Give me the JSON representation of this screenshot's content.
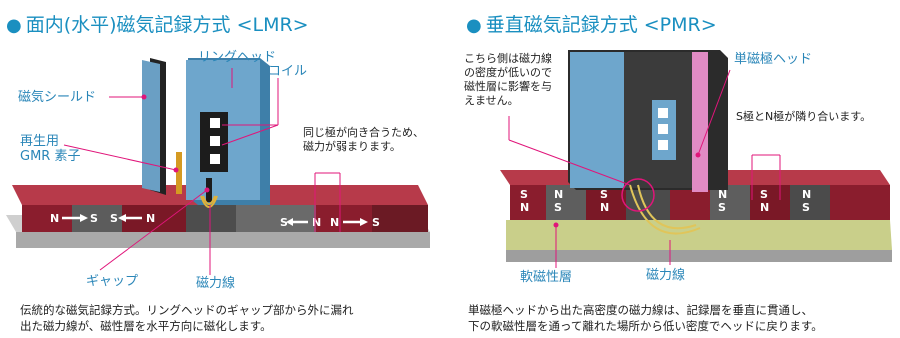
{
  "left": {
    "title": "面内(水平)磁気記録方式 <LMR>",
    "labels": {
      "ring_head": "リングヘッド",
      "coil": "コイル",
      "shield": "磁気シールド",
      "gmr_1": "再生用",
      "gmr_2": "GMR 素子",
      "gap": "ギャップ",
      "flux": "磁力線"
    },
    "note": [
      "同じ極が向き合うため、",
      "磁力が弱まります。"
    ],
    "magnets": [
      "N",
      "S",
      "S",
      "N",
      "S",
      "N",
      "N",
      "S"
    ],
    "caption": [
      "伝統的な磁気記録方式。リングヘッドのギャップ部から外に漏れ",
      "出た磁力線が、磁性層を水平方向に磁化します。"
    ]
  },
  "right": {
    "title": "垂直磁気記録方式 <PMR>",
    "labels": {
      "head": "単磁極ヘッド",
      "soft": "軟磁性層",
      "flux": "磁力線"
    },
    "note_left": [
      "こちら側は磁力線",
      "の密度が低いので",
      "磁性層に影響を与",
      "えません。"
    ],
    "note_right": "S極とN極が隣り合います。",
    "magnets": [
      "S N",
      "N S",
      "S N",
      "N S",
      "S N",
      "N S"
    ],
    "caption": [
      "単磁極ヘッドから出た高密度の磁力線は、記録層を垂直に貫通し、",
      "下の軟磁性層を通って離れた場所から低い密度でヘッドに戻ります。"
    ]
  },
  "colors": {
    "title": "#1a8fc0",
    "leader": "#e0157a",
    "shield": "#6a9fc4",
    "red": "#8e1c2c",
    "soft": "#c9cf8a"
  }
}
